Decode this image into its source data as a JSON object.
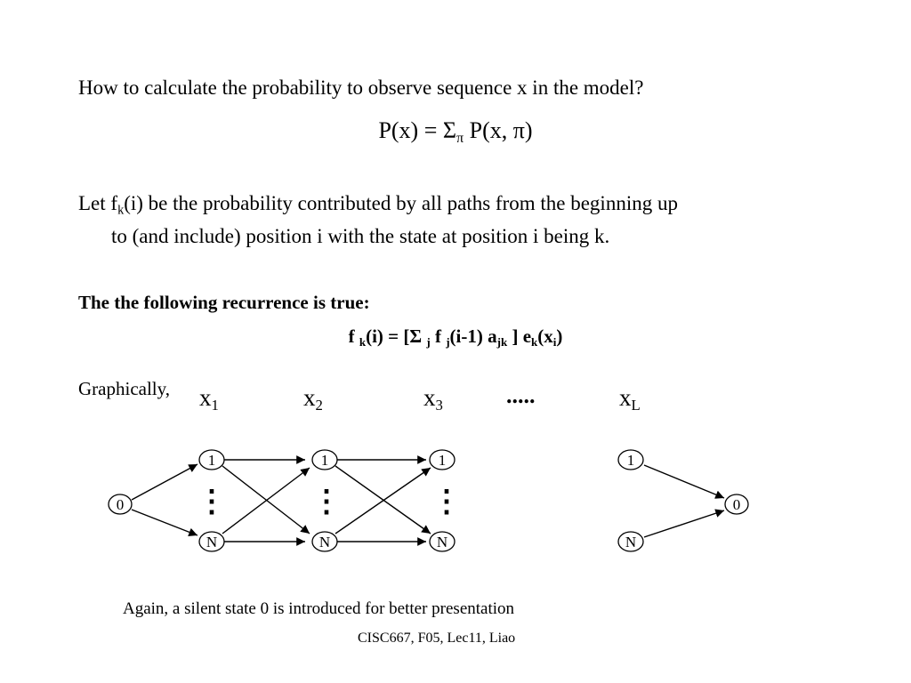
{
  "question": "How to calculate the probability to observe sequence x in the model?",
  "px_formula": {
    "lhs": "P(x) = Σ",
    "sub": "π",
    "rhs": " P(x, π)"
  },
  "let_statement": {
    "p1": "Let f",
    "sub": "k",
    "p2": "(i) be the probability contributed by all paths from the beginning up",
    "line2": "to (and include) position i with the state at position i being k."
  },
  "recurrence": {
    "heading": "The the following recurrence is true:",
    "formula_parts": [
      "f ",
      "k",
      "(i) = [Σ ",
      "j",
      " f ",
      "j",
      "(i-1) a",
      "jk",
      " ] e",
      "k",
      "(x",
      "i",
      ")"
    ]
  },
  "graphically_label": "Graphically,",
  "positions": [
    {
      "base": "x",
      "sub": "1"
    },
    {
      "base": "x",
      "sub": "2"
    },
    {
      "base": "x",
      "sub": "3"
    },
    {
      "base": "x",
      "sub": "L"
    }
  ],
  "ellipsis": ".....",
  "diagram": {
    "start_label": "0",
    "end_label": "0",
    "state_top": "1",
    "state_bottom": "N",
    "vdots": "⋮"
  },
  "note": "Again, a silent state 0 is introduced for better presentation",
  "footer": "CISC667, F05, Lec11, Liao"
}
